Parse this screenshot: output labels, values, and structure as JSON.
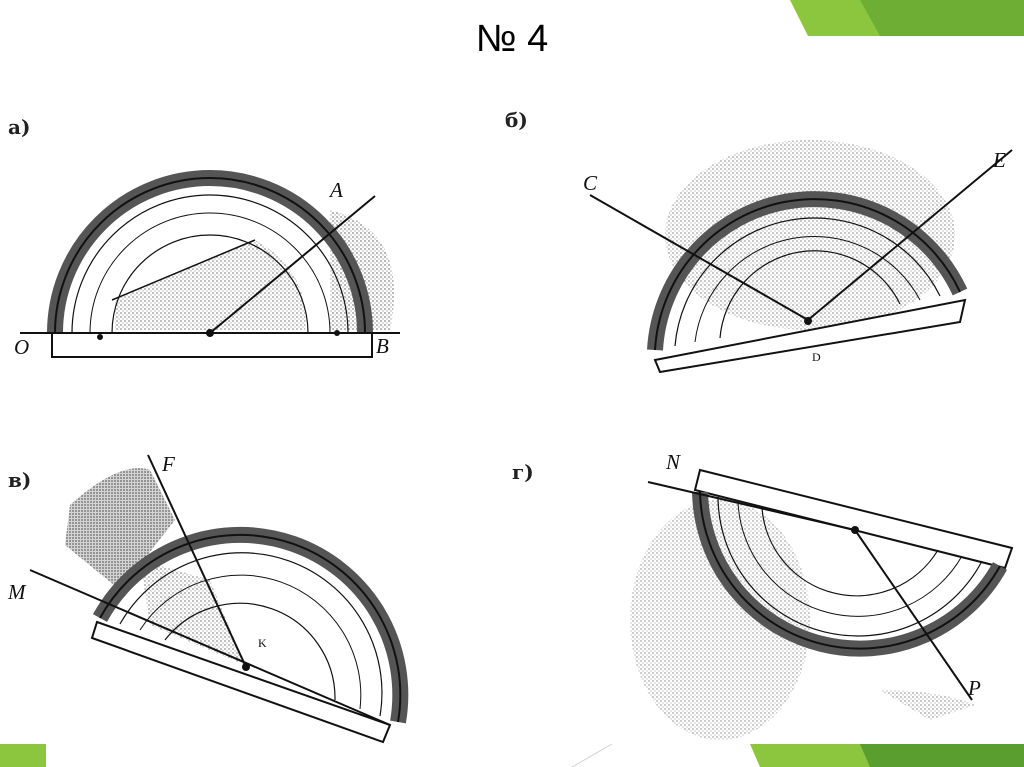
{
  "slide": {
    "title": "№ 4"
  },
  "panels": [
    {
      "label": "а)",
      "points": [
        "O",
        "A",
        "B"
      ]
    },
    {
      "label": "б)",
      "points": [
        "C",
        "E"
      ],
      "center": "D"
    },
    {
      "label": "в)",
      "points": [
        "M",
        "F"
      ],
      "center": "K"
    },
    {
      "label": "г)",
      "points": [
        "N",
        "P"
      ]
    }
  ],
  "colors": {
    "accent_green": "#8cc63f",
    "accent_dark_green": "#5a9e2f",
    "ink": "#111111",
    "shade": "#9a9a9a"
  }
}
